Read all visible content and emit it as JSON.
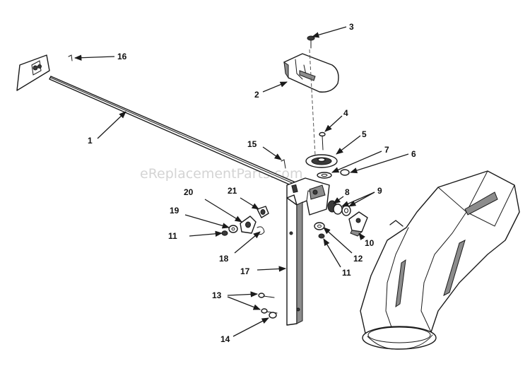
{
  "watermark": "eReplacementParts.com",
  "callouts": {
    "c1": "1",
    "c2": "2",
    "c3": "3",
    "c4": "4",
    "c5": "5",
    "c6": "6",
    "c7": "7",
    "c8": "8",
    "c9": "9",
    "c10": "10",
    "c11a": "11",
    "c11b": "11",
    "c12": "12",
    "c13": "13",
    "c14": "14",
    "c15": "15",
    "c16": "16",
    "c17": "17",
    "c18": "18",
    "c19": "19",
    "c20": "20",
    "c21": "21"
  }
}
